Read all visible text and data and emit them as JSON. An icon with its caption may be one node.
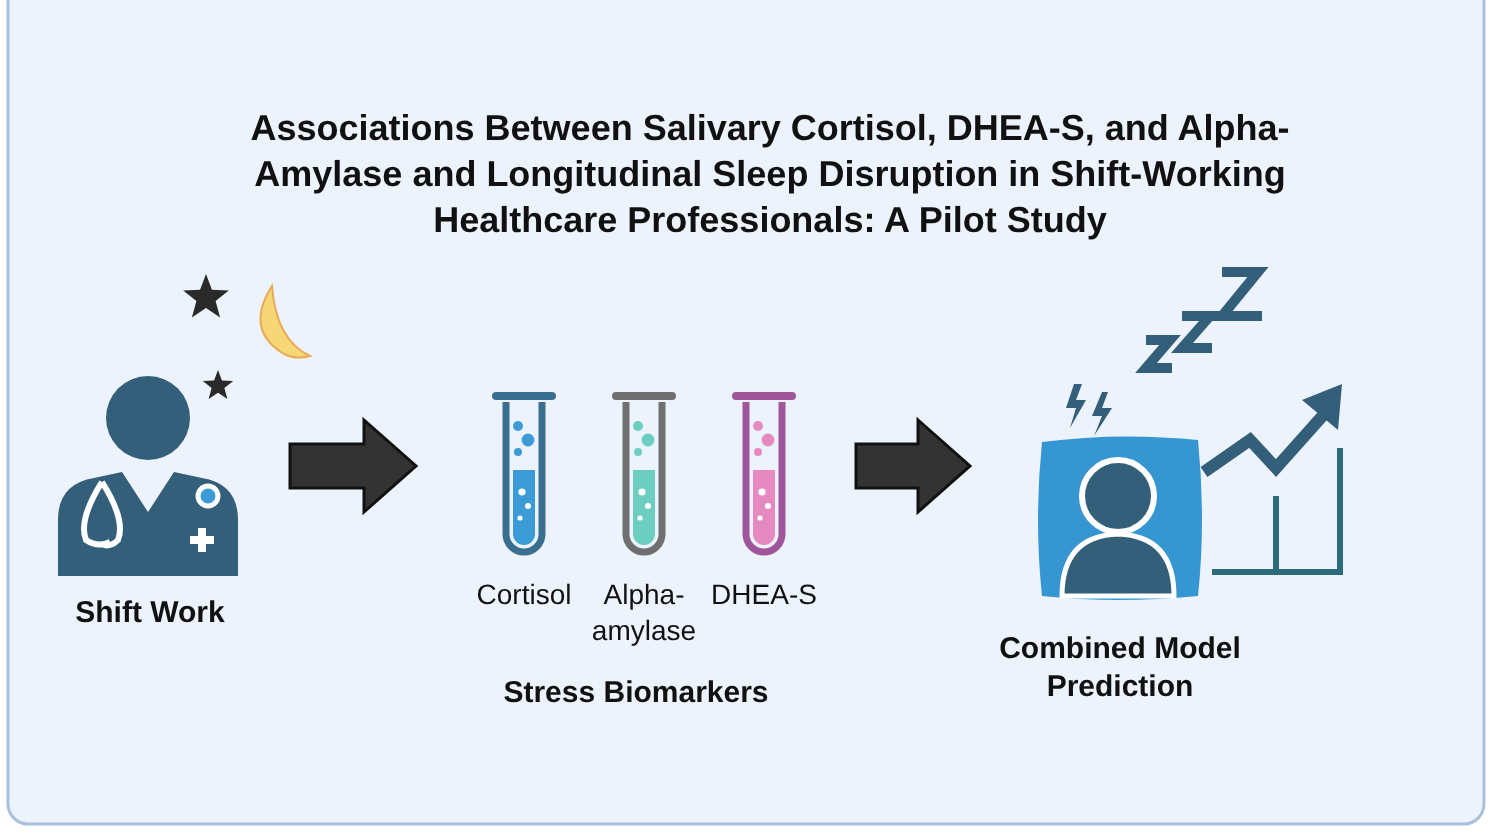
{
  "diagram": {
    "title": "Associations Between Salivary Cortisol, DHEA-S, and Alpha-Amylase and Longitudinal Sleep Disruption in Shift-Working Healthcare Professionals: A Pilot Study",
    "nodes": [
      {
        "text": [
          "Shift Work"
        ]
      },
      {
        "text": [
          "Stress Biomarkers"
        ]
      },
      {
        "text": [
          "Cortisol"
        ],
        "in": 1
      },
      {
        "text": [
          "Alpha-amylase"
        ],
        "in": 1
      },
      {
        "text": [
          "DHEA-S"
        ],
        "in": 1
      },
      {
        "text": [
          "Combined Model Prediction"
        ]
      }
    ],
    "edges": [
      {
        "from": 0,
        "to": 1,
        "arrow": "to"
      },
      {
        "from": 1,
        "to": 5,
        "arrow": "to"
      }
    ]
  }
}
